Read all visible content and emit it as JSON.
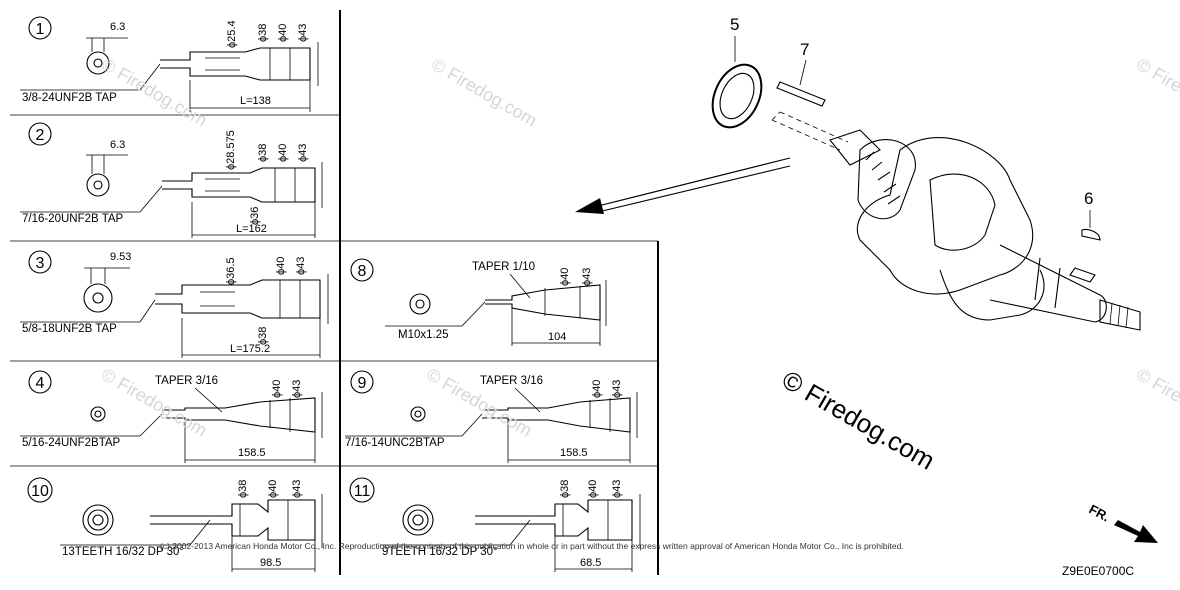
{
  "cells": [
    {
      "num": "1",
      "tap": "3/8-24UNF2B TAP",
      "key": "6.3",
      "d1": "ϕ25.4",
      "d2": "ϕ38",
      "d3": "ϕ40",
      "d4": "ϕ43",
      "length": "L=138"
    },
    {
      "num": "2",
      "tap": "7/16-20UNF2B TAP",
      "key": "6.3",
      "d1": "ϕ28.575",
      "d2": "ϕ38",
      "d3": "ϕ40",
      "d4": "ϕ43",
      "d5": "ϕ36",
      "length": "L=162"
    },
    {
      "num": "3",
      "tap": "5/8-18UNF2B TAP",
      "key": "9.53",
      "d1": "ϕ36.5",
      "d2": "ϕ40",
      "d3": "ϕ43",
      "d4": "ϕ38",
      "length": "L=175.2"
    },
    {
      "num": "4",
      "tap": "5/16-24UNF2BTAP",
      "taper": "TAPER 3/16",
      "d1": "ϕ40",
      "d2": "ϕ43",
      "length": "158.5"
    },
    {
      "num": "8",
      "tap": "M10x1.25",
      "taper": "TAPER 1/10",
      "d1": "ϕ40",
      "d2": "ϕ43",
      "length": "104"
    },
    {
      "num": "9",
      "tap": "7/16-14UNC2BTAP",
      "taper": "TAPER 3/16",
      "d1": "ϕ40",
      "d2": "ϕ43",
      "length": "158.5"
    },
    {
      "num": "10",
      "tap": "13TEETH 16/32 DP 30°",
      "d1": "ϕ38",
      "d2": "ϕ40",
      "d3": "ϕ43",
      "length": "98.5"
    },
    {
      "num": "11",
      "tap": "9TEETH 16/32 DP 30°",
      "d1": "ϕ38",
      "d2": "ϕ40",
      "d3": "ϕ43",
      "length": "68.5"
    }
  ],
  "callouts": {
    "c5": "5",
    "c6": "6",
    "c7": "7"
  },
  "watermark": {
    "small": "© Firedog.com",
    "large": "© Firedog.com"
  },
  "copyright": "(c) 2002-2013 American Honda Motor Co., Inc. Reproduction of the contents of this publication in whole or in part without the express written approval of American Honda Motor Co., Inc is prohibited.",
  "direction_label": "FR.",
  "diagram_code": "Z9E0E0700C"
}
